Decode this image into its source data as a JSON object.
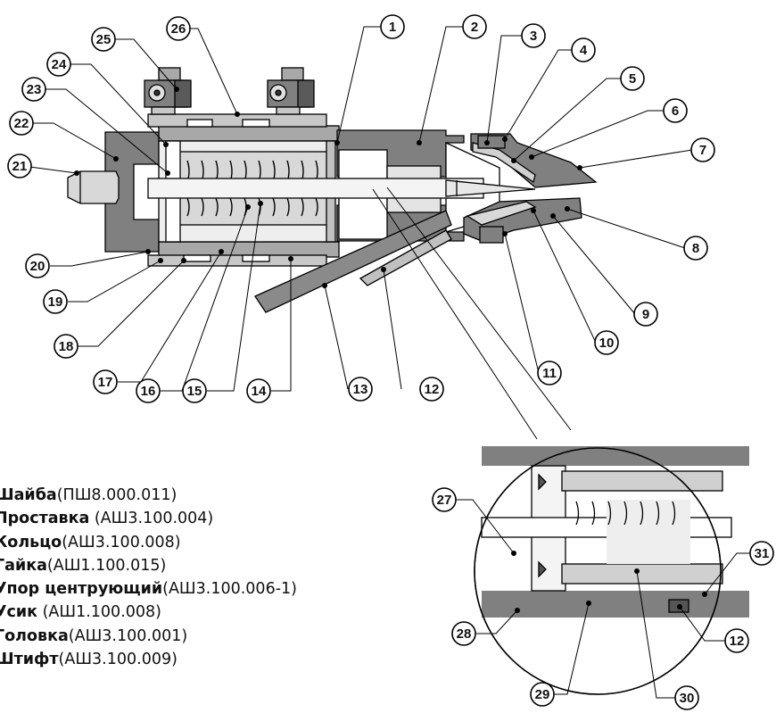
{
  "callouts": [
    "1",
    "2",
    "3",
    "4",
    "5",
    "6",
    "7",
    "8",
    "9",
    "10",
    "11",
    "12",
    "13",
    "14",
    "15",
    "16",
    "17",
    "18",
    "19",
    "20",
    "21",
    "22",
    "23",
    "24",
    "25",
    "26",
    "27",
    "28",
    "29",
    "30",
    "31",
    "12"
  ],
  "legend": [
    {
      "name": "Шайба",
      "code": "(ПШ8.000.011)"
    },
    {
      "name": "Проставка",
      "code": " (АШ3.100.004)"
    },
    {
      "name": "Кольцо",
      "code": "(АШ3.100.008)"
    },
    {
      "name": "Гайка",
      "code": "(АШ1.100.015)"
    },
    {
      "name": "Упор центрующий",
      "code": "(АШ3.100.006-1)"
    },
    {
      "name": "Усик",
      "code": " (АШ1.100.008)"
    },
    {
      "name": "Головка",
      "code": "(АШ3.100.001)"
    },
    {
      "name": "Штифт",
      "code": "(АШ3.100.009)"
    }
  ],
  "colors": {
    "body": "#808080",
    "light": "#d2d2d2",
    "mid": "#a8a8a8",
    "line": "#000000"
  }
}
